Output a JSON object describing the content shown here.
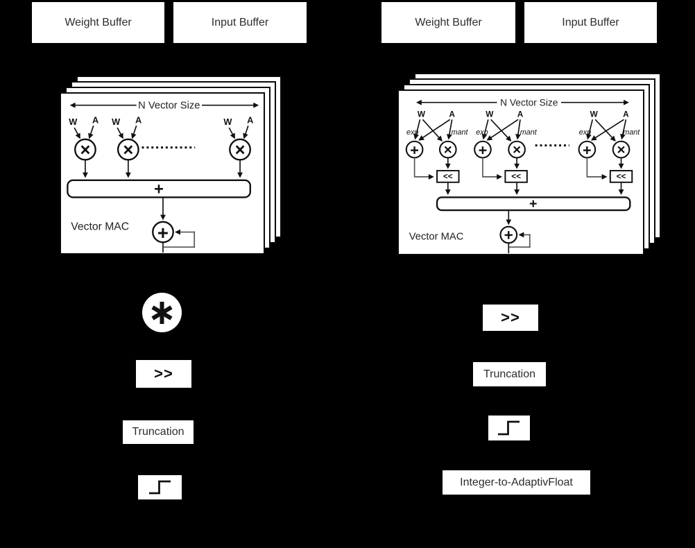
{
  "colors": {
    "background": "#000000",
    "box_fill": "#ffffff",
    "line_ink": "#111111",
    "buffer_text": "#2d2d2d",
    "feedback_gray": "#555555"
  },
  "left": {
    "weight_buffer_label": "Weight Buffer",
    "input_buffer_label": "Input Buffer",
    "card": {
      "vector_size_label": "N Vector Size",
      "weight_label": "W",
      "activation_label": "A",
      "multiply_symbol": "×",
      "adder_symbol": "+",
      "accumulator_symbol": "+",
      "vector_mac_label": "Vector MAC"
    },
    "pipeline": {
      "multiplier_symbol": "*",
      "shift_label": ">>",
      "truncation_label": "Truncation"
    }
  },
  "right": {
    "weight_buffer_label": "Weight Buffer",
    "input_buffer_label": "Input Buffer",
    "card": {
      "vector_size_label": "N Vector Size",
      "weight_label": "W",
      "activation_label": "A",
      "exp_label": "exp",
      "mant_label": "mant",
      "shifter_label": "<<",
      "multiply_symbol": "×",
      "exp_adder_symbol": "+",
      "adder_symbol": "+",
      "accumulator_symbol": "+",
      "vector_mac_label": "Vector MAC"
    },
    "pipeline": {
      "shift_label": ">>",
      "truncation_label": "Truncation",
      "int_to_adaptivfloat_label": "Integer-to-AdaptivFloat"
    }
  }
}
